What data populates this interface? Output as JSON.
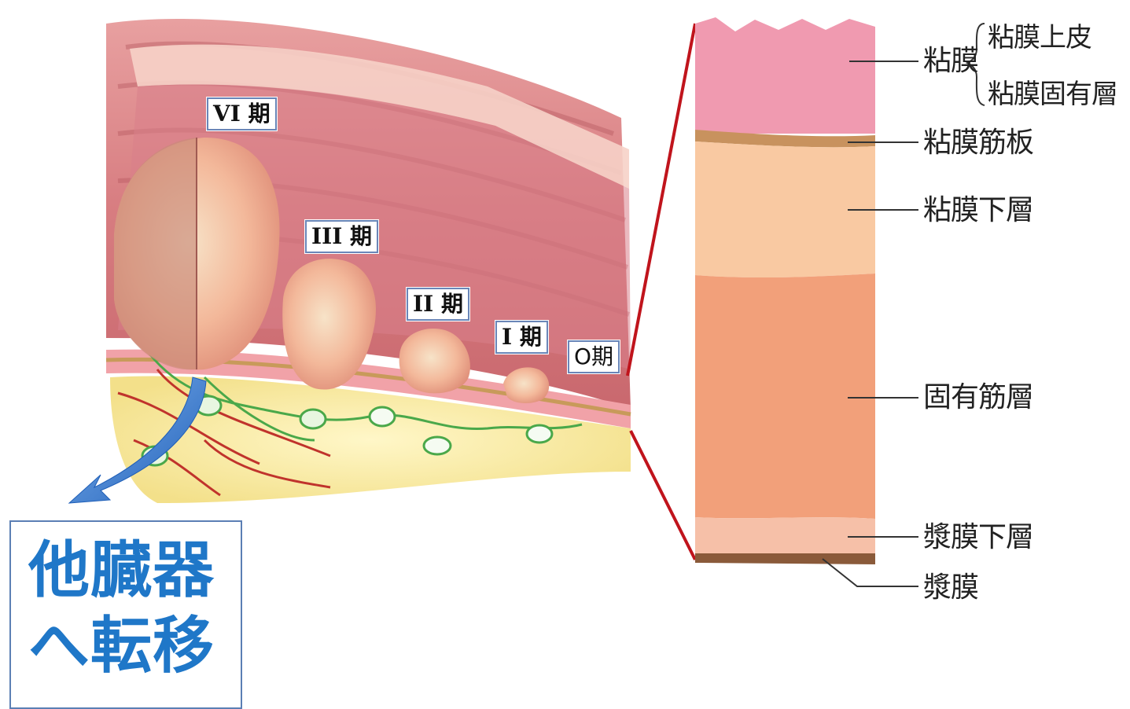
{
  "stages": {
    "stage_vi": "VI 期",
    "stage_iii": "III 期",
    "stage_ii": "II 期",
    "stage_i": "I 期",
    "stage_0": "O期"
  },
  "layers": {
    "mucosa": "粘膜",
    "mucosal_epithelium": "粘膜上皮",
    "lamina_propria": "粘膜固有層",
    "muscularis_mucosae": "粘膜筋板",
    "submucosa": "粘膜下層",
    "muscularis_propria": "固有筋層",
    "subserosa": "漿膜下層",
    "serosa": "漿膜"
  },
  "metastasis": {
    "line1": "他臓器",
    "line2": "へ転移"
  },
  "colors": {
    "mucosa_layer": "#f09ab0",
    "muscularis_mucosae_layer": "#c8925e",
    "submucosa_layer": "#f9c9a2",
    "muscularis_propria_layer": "#f2a07a",
    "subserosa_layer": "#f6c0a8",
    "serosa_layer": "#8a5a3a",
    "zoom_lines": "#c0141c",
    "metastasis_text": "#1f77c8",
    "arrow": "#2f6fc8"
  }
}
